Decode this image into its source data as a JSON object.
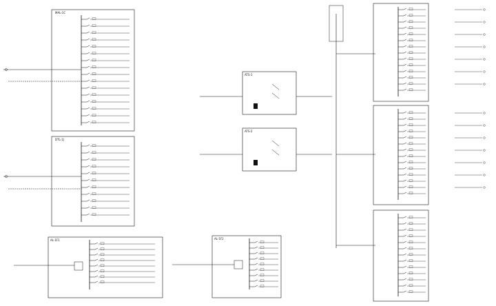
{
  "panels": {
    "al1": {
      "title": "MAL-1C",
      "caption": ""
    },
    "al2": {
      "title": "DTL-1J",
      "caption": ""
    },
    "bottom_left": {
      "title": "AL-1F1",
      "caption": ""
    },
    "bottom_mid": {
      "title": "AL-1F2",
      "caption": ""
    },
    "switch_upper": {
      "title": "ATS-1",
      "caption": ""
    },
    "switch_lower": {
      "title": "ATS-2",
      "caption": ""
    },
    "right_1": {
      "title": "",
      "caption": ""
    },
    "right_2": {
      "title": "",
      "caption": ""
    },
    "right_3": {
      "title": "",
      "caption": ""
    }
  },
  "colors": {
    "line": "#111111",
    "text": "#222222"
  }
}
